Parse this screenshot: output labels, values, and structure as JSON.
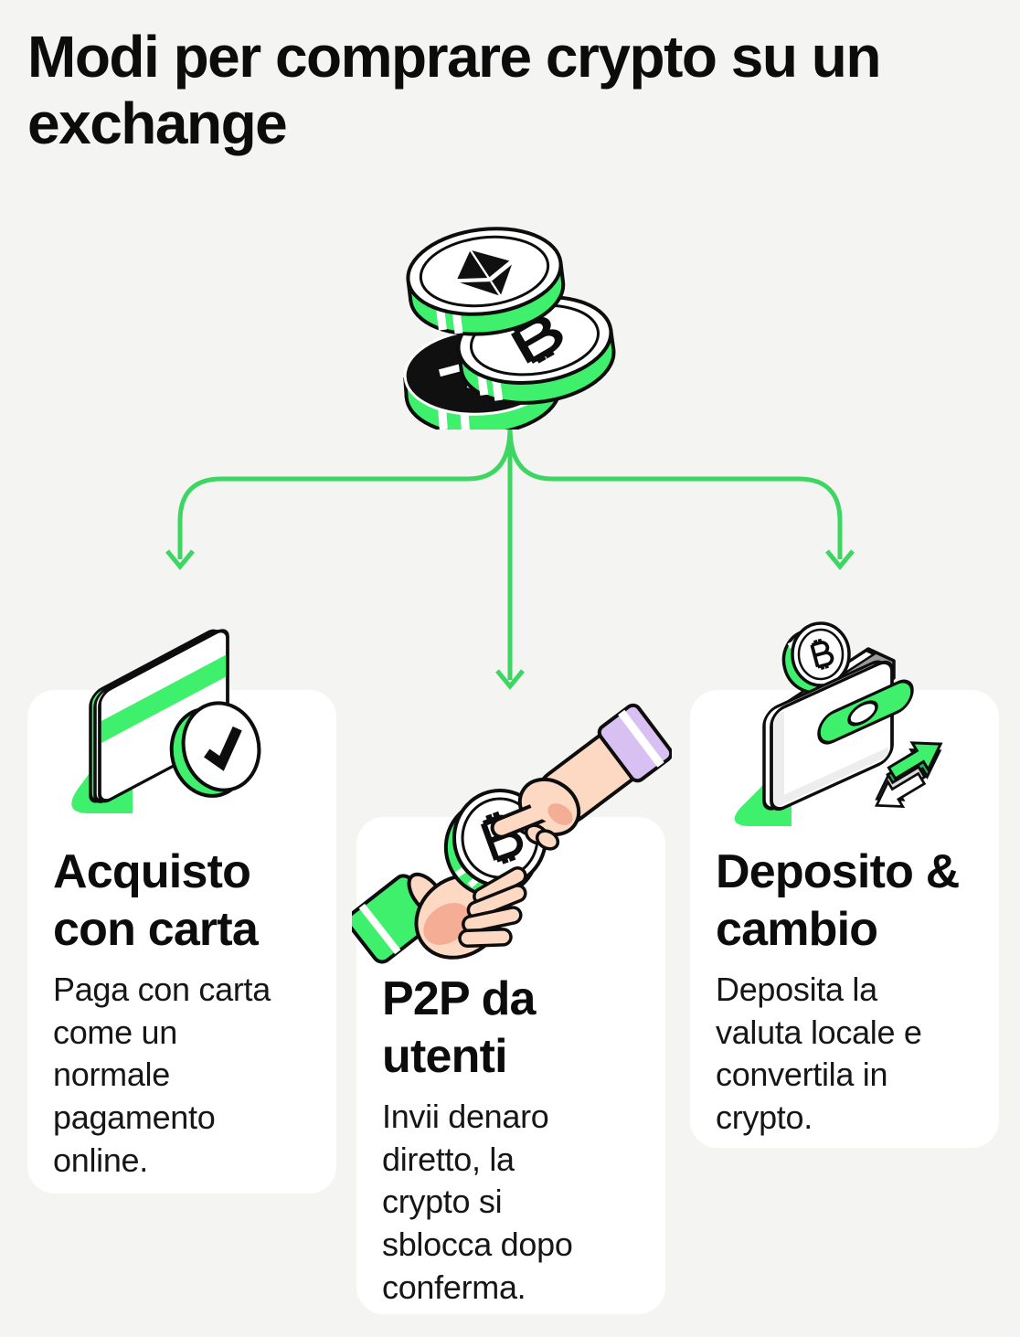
{
  "page": {
    "heading": "Modi per comprare crypto su un\nexchange",
    "background_color": "#f4f4f2",
    "text_color": "#0c0c0c"
  },
  "colors": {
    "accent_green": "#3ff06c",
    "connector_green": "#3cd661",
    "card_background": "#ffffff",
    "outline_black": "#0d0d0d",
    "coin_black": "#101010",
    "sleeve_purple": "#d8c1f2",
    "skin": "#fdd8c3",
    "skin_shade": "#f5ae96",
    "wallet_gray": "#9b9b9b"
  },
  "illustrations": {
    "coins_stack": "stack of ethereum and bitcoin coins",
    "card_check": "credit card with check mark",
    "hands_coin": "two hands exchanging a bitcoin coin",
    "wallet_exchange": "wallet with bitcoin and exchange arrows"
  },
  "cards": [
    {
      "title": "Acquisto\ncon carta",
      "body": "Paga con carta\ncome un\nnormale\npagamento\nonline."
    },
    {
      "title": "P2P da\nutenti",
      "body": "Invii denaro\ndiretto, la\ncrypto si\nsblocca dopo\nconferma."
    },
    {
      "title": "Deposito &\ncambio",
      "body": "Deposita la\nvaluta locale e\nconvertila in\ncrypto."
    }
  ]
}
